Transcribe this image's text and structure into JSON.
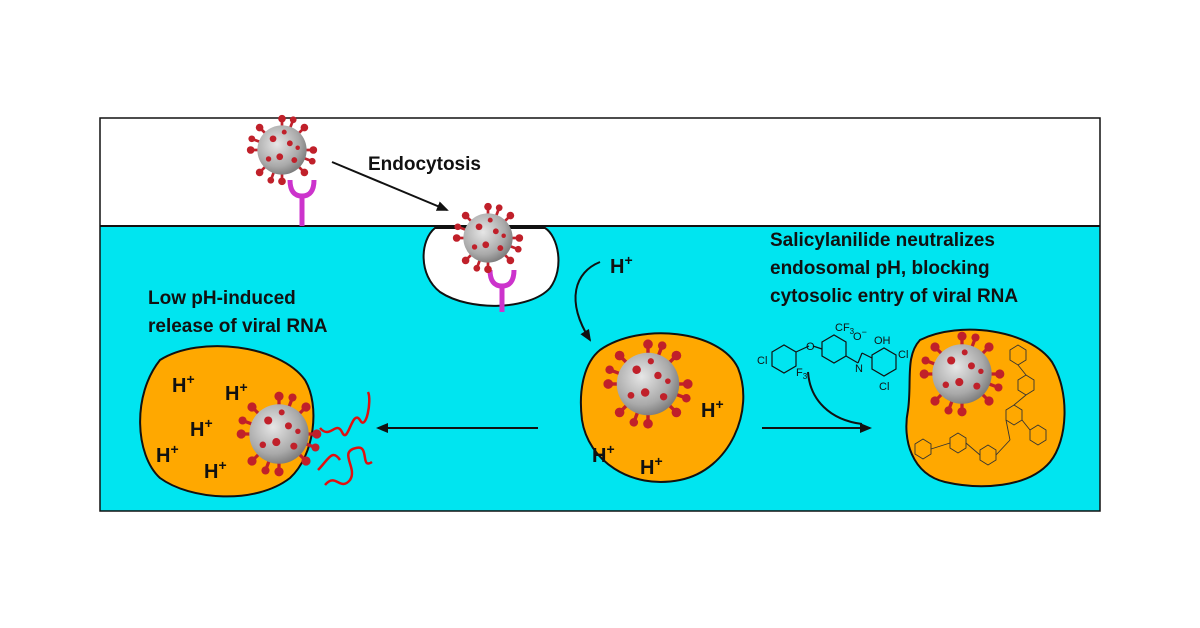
{
  "labels": {
    "endocytosis": "Endocytosis",
    "left_caption_line1": "Low pH-induced",
    "left_caption_line2": "release of viral RNA",
    "right_caption_line1": "Salicylanilide neutralizes",
    "right_caption_line2": "endosomal pH, blocking",
    "right_caption_line3": "cytosolic entry of viral RNA",
    "proton": "H",
    "proton_charge": "+"
  },
  "molecule": {
    "cl_left": "Cl",
    "o_ether": "O",
    "cf3_top": "CF",
    "cf3_bottom": "F",
    "sub3": "3",
    "o_minus": "O",
    "minus": "−",
    "oh": "OH",
    "n": "N",
    "cl_right": "Cl",
    "cl_bottom": "Cl"
  },
  "colors": {
    "cytosol": "#00e5f0",
    "endosome": "#ffa800",
    "receptor": "#cc33cc",
    "rna": "#e01010",
    "virus_body": "#b5b5b5",
    "virus_spike": "#c0202a",
    "outline": "#111111"
  },
  "icons": [
    "virus-icon",
    "receptor-icon",
    "rna-strand-icon",
    "salicylanilide-structure-icon"
  ]
}
